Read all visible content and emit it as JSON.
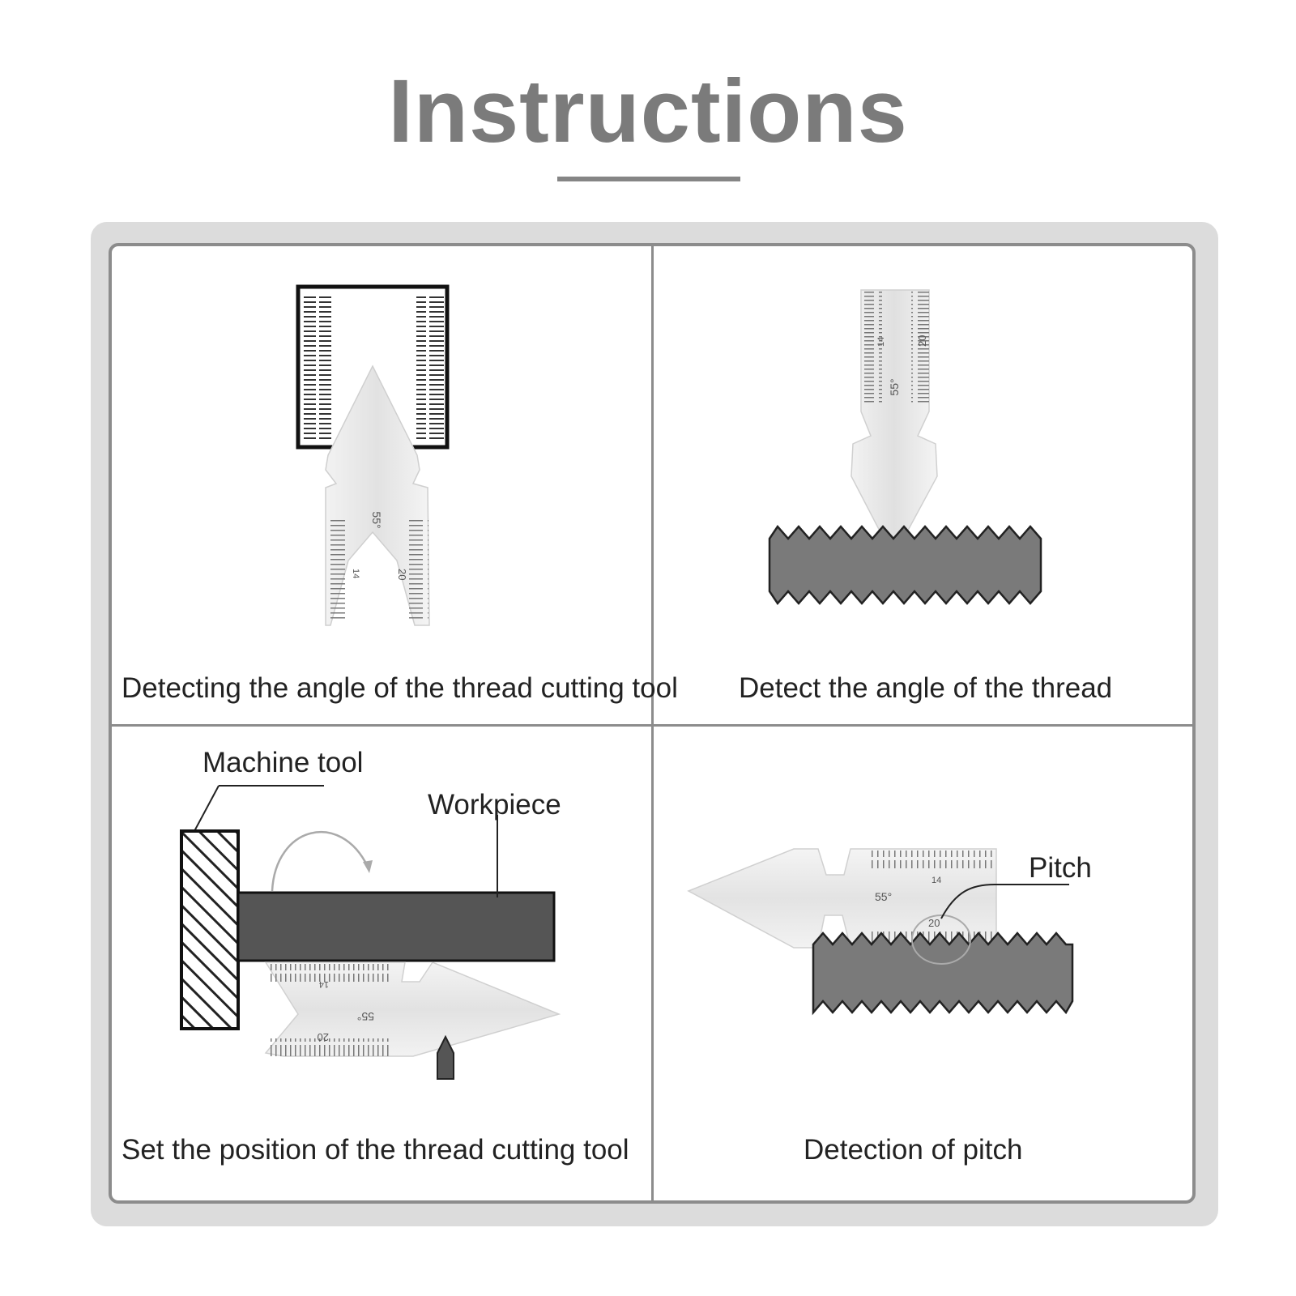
{
  "title": "Instructions",
  "panels": [
    {
      "caption": "Detecting the angle of the thread cutting tool",
      "gauge_labels": [
        "55°",
        "14",
        "20"
      ]
    },
    {
      "caption": "Detect the angle of the thread",
      "gauge_labels": [
        "55°",
        "14",
        "20"
      ]
    },
    {
      "caption": "Set the position of the thread cutting tool",
      "callouts": {
        "machine_tool": "Machine tool",
        "workpiece": "Workpiece"
      },
      "gauge_labels": [
        "55°",
        "14",
        "20"
      ]
    },
    {
      "caption": "Detection of pitch",
      "callouts": {
        "pitch": "Pitch"
      },
      "gauge_labels": [
        "55°",
        "14",
        "20"
      ]
    }
  ],
  "colors": {
    "title": "#7b7b7b",
    "frame": "#8c8c8c",
    "thread": "#7a7a7a",
    "workpiece": "#555555"
  }
}
